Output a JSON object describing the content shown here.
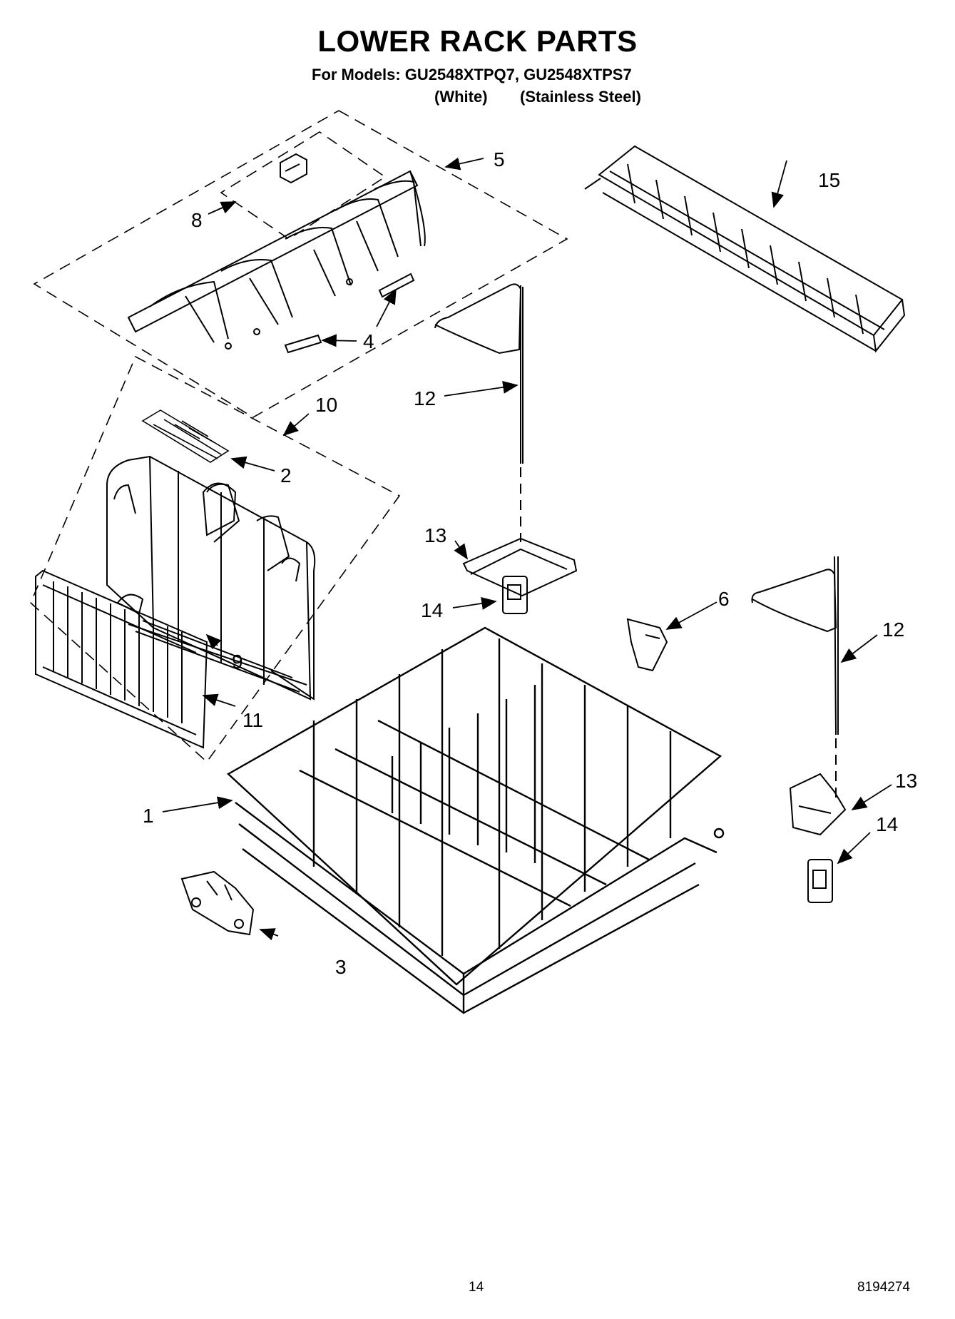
{
  "header": {
    "title": "LOWER RACK PARTS",
    "subtitle": "For Models: GU2548XTPQ7, GU2548XTPS7",
    "model_note_1": "(White)",
    "model_note_2": "(Stainless Steel)"
  },
  "callouts": {
    "c1": "1",
    "c2": "2",
    "c3": "3",
    "c4": "4",
    "c5": "5",
    "c6": "6",
    "c8": "8",
    "c9": "9",
    "c10": "10",
    "c11": "11",
    "c12a": "12",
    "c12b": "12",
    "c13a": "13",
    "c13b": "13",
    "c14a": "14",
    "c14b": "14",
    "c15": "15"
  },
  "footer": {
    "page_number": "14",
    "document_number": "8194274"
  }
}
